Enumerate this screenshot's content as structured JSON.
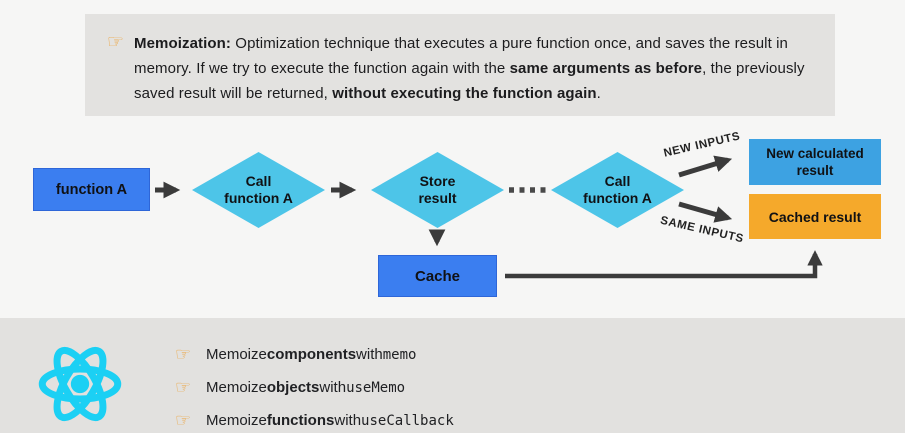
{
  "colors": {
    "page_bg": "#f6f6f5",
    "panel_bg": "#e3e2e0",
    "footer_bg": "#e2e1df",
    "blue_box": "#3b7ef0",
    "sky_box": "#3da2e2",
    "orange_box": "#f5a92b",
    "diamond": "#4dc5e8",
    "arrow": "#3b3b3b",
    "react_cyan": "#1bd0f4",
    "pointer_gold": "#eda33b"
  },
  "info_box": {
    "pointer_icon": "☞",
    "segments": {
      "s0": "Memoization:",
      "s1": " Optimization technique that executes a pure function once, and saves the result in memory. If we try to execute the function again with the ",
      "s2": "same arguments as before",
      "s3": ", the previously saved result will be returned, ",
      "s4": "without executing the function again",
      "s5": "."
    }
  },
  "flowchart": {
    "function_a": "function A",
    "call_1_line1": "Call",
    "call_1_line2": "function A",
    "store_line1": "Store",
    "store_line2": "result",
    "call_2_line1": "Call",
    "call_2_line2": "function A",
    "new_result": "New calculated result",
    "cached_result": "Cached result",
    "cache": "Cache",
    "edge_labels": {
      "new_inputs": "NEW INPUTS",
      "same_inputs": "SAME INPUTS"
    }
  },
  "footer": {
    "items": {
      "i0": {
        "pointer": "☞",
        "prefix": "Memoize ",
        "bold": "components",
        "middle": " with ",
        "code": "memo"
      },
      "i1": {
        "pointer": "☞",
        "prefix": "Memoize ",
        "bold": "objects",
        "middle": " with ",
        "code": "useMemo"
      },
      "i2": {
        "pointer": "☞",
        "prefix": "Memoize ",
        "bold": "functions",
        "middle": " with ",
        "code": "useCallback"
      }
    }
  }
}
